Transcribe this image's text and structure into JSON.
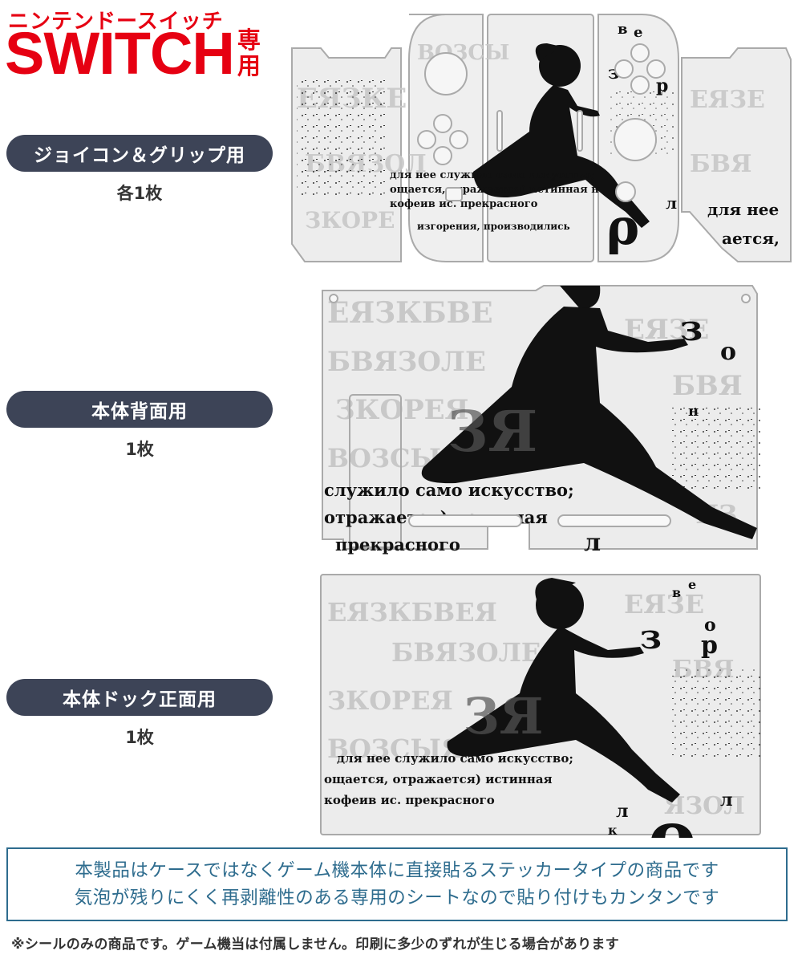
{
  "brand": {
    "katakana": "ニンテンドースイッチ",
    "switch": "SWITCH",
    "sen": "専",
    "you": "用"
  },
  "sections": {
    "joycon": {
      "label": "ジョイコン＆グリップ用",
      "count": "各1枚"
    },
    "back": {
      "label": "本体背面用",
      "count": "1枚"
    },
    "dock": {
      "label": "本体ドック正面用",
      "count": "1枚"
    }
  },
  "artwork": {
    "text_lines": [
      "для нее служило само искусство;",
      "ощается, отражается) истинная",
      "кофеив ис. прекрасного"
    ],
    "joycon_lines": [
      "для нее служило само искусство;",
      "ощается, отражается) истинная  н",
      "кофеив ис. прекрасного",
      "изгорения, производились"
    ],
    "back_lines": [
      "служило само искусство;",
      "отражается) истинная",
      "прекрасного"
    ],
    "right_grip_lines": [
      "для нее",
      "ается,"
    ],
    "letters": [
      "з",
      "о",
      "р",
      "я",
      "н",
      "к",
      "л",
      "в",
      "е",
      "б",
      "ρ"
    ],
    "colors": {
      "ink": "#111111",
      "ghost": "#c8c8c8",
      "bg": "#ececec"
    }
  },
  "notice": {
    "line1": "本製品はケースではなくゲーム機本体に直接貼るステッカータイプの商品です",
    "line2": "気泡が残りにくく再剥離性のある専用のシートなので貼り付けもカンタンです"
  },
  "footnote": "※シールのみの商品です。ゲーム機当は付属しません。印刷に多少のずれが生じる場合があります"
}
